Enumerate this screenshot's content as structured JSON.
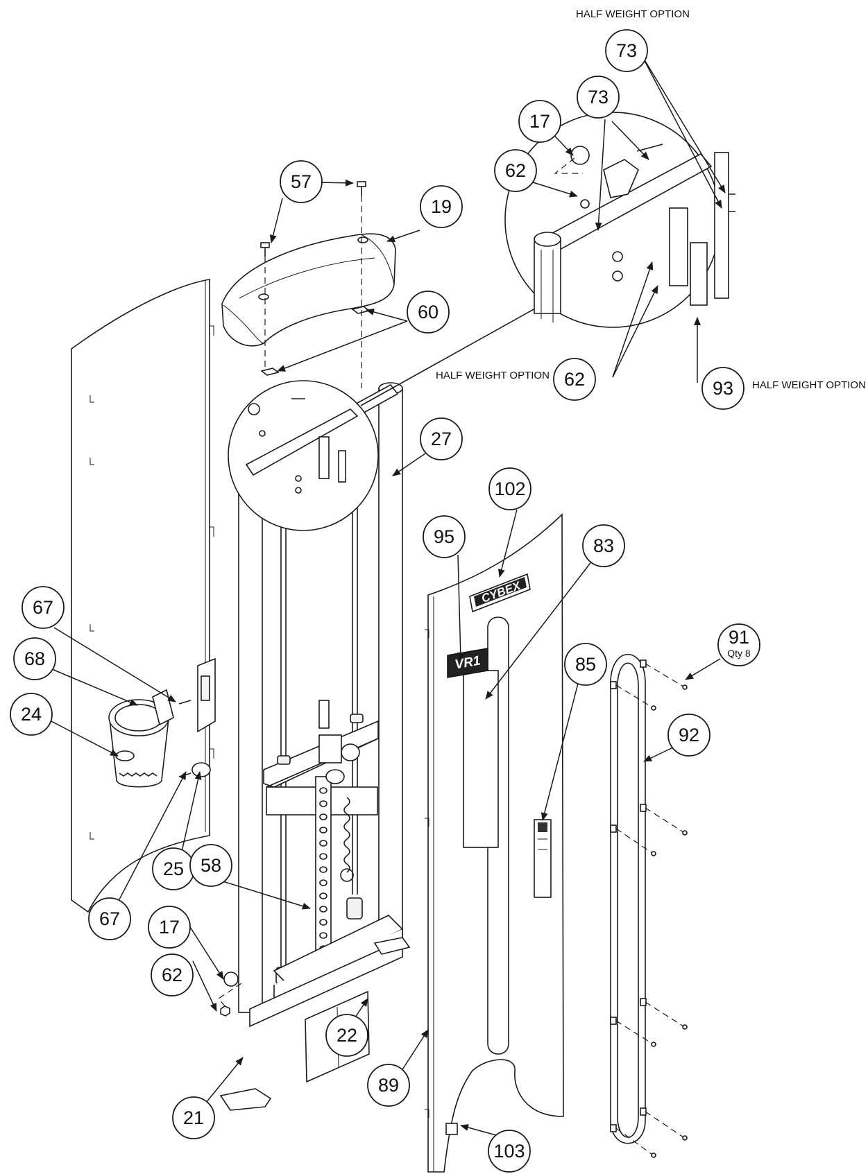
{
  "notes": {
    "half_weight_top": "HALF WEIGHT OPTION",
    "half_weight_mid": "HALF WEIGHT OPTION",
    "half_weight_93": "HALF WEIGHT OPTION"
  },
  "logos": {
    "brand": "CYBEX",
    "model": "VR1"
  },
  "callouts": [
    {
      "id": "c73a",
      "label": "73"
    },
    {
      "id": "c73b",
      "label": "73"
    },
    {
      "id": "c17a",
      "label": "17"
    },
    {
      "id": "c62a",
      "label": "62"
    },
    {
      "id": "c57",
      "label": "57"
    },
    {
      "id": "c19",
      "label": "19"
    },
    {
      "id": "c60",
      "label": "60"
    },
    {
      "id": "c62b",
      "label": "62"
    },
    {
      "id": "c93",
      "label": "93"
    },
    {
      "id": "c27",
      "label": "27"
    },
    {
      "id": "c102",
      "label": "102"
    },
    {
      "id": "c95",
      "label": "95"
    },
    {
      "id": "c83",
      "label": "83"
    },
    {
      "id": "c67a",
      "label": "67"
    },
    {
      "id": "c68",
      "label": "68"
    },
    {
      "id": "c24",
      "label": "24"
    },
    {
      "id": "c91",
      "label": "91",
      "sub": "Qty 8"
    },
    {
      "id": "c85",
      "label": "85"
    },
    {
      "id": "c92",
      "label": "92"
    },
    {
      "id": "c25",
      "label": "25"
    },
    {
      "id": "c58",
      "label": "58"
    },
    {
      "id": "c67b",
      "label": "67"
    },
    {
      "id": "c17b",
      "label": "17"
    },
    {
      "id": "c62c",
      "label": "62"
    },
    {
      "id": "c22",
      "label": "22"
    },
    {
      "id": "c89",
      "label": "89"
    },
    {
      "id": "c21",
      "label": "21"
    },
    {
      "id": "c103",
      "label": "103"
    }
  ]
}
